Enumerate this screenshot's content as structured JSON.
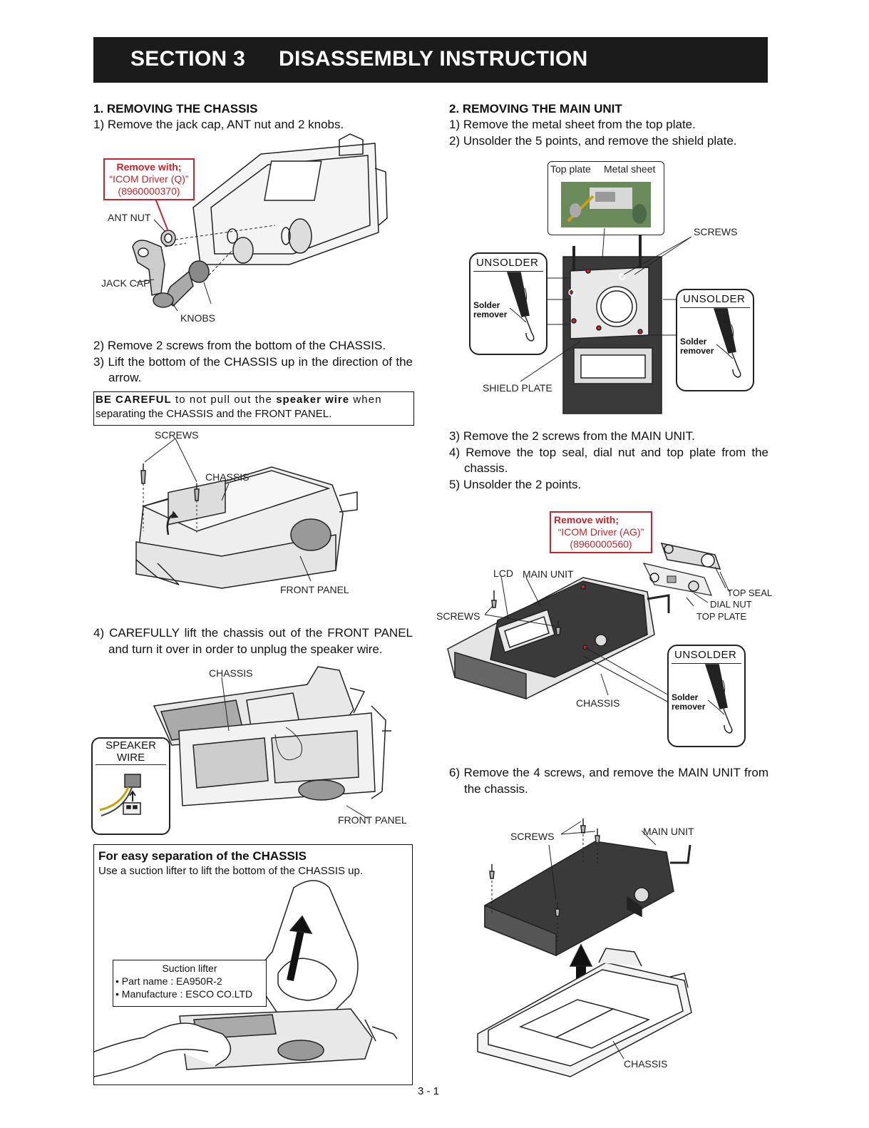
{
  "header": {
    "section": "SECTION 3",
    "title": "DISASSEMBLY INSTRUCTION"
  },
  "left": {
    "heading1": "1. REMOVING THE CHASSIS",
    "step1": "1) Remove the jack cap, ANT nut and 2 knobs.",
    "fig1": {
      "remove_title": "Remove with;",
      "remove_tool": "“ICOM Driver (Q)”",
      "remove_code": "(8960000370)",
      "ant_nut": "ANT NUT",
      "jack_cap": "JACK CAP",
      "knobs": "KNOBS"
    },
    "step2": "2) Remove 2 screws from the bottom of the CHASSIS.",
    "step3": "3) Lift the bottom of the CHASSIS up in the direction of the arrow.",
    "careful": {
      "bold1": "BE CAREFUL",
      "text1": " to not pull out the ",
      "bold2": "speaker wire",
      "text2": " when",
      "line2": "separating the CHASSIS and the FRONT PANEL."
    },
    "fig2": {
      "screws": "SCREWS",
      "chassis": "CHASSIS",
      "front_panel": "FRONT PANEL"
    },
    "step4": "4) CAREFULLY lift the chassis out of the FRONT PANEL and turn it over in order to unplug the speaker wire.",
    "fig3": {
      "chassis": "CHASSIS",
      "speaker_l1": "SPEAKER",
      "speaker_l2": "WIRE",
      "front_panel": "FRONT PANEL"
    },
    "easy": {
      "title": "For easy separation of the CHASSIS",
      "subtitle": "Use a suction lifter to lift the bottom of the CHASSIS up.",
      "lifter_title": "Suction lifter",
      "part_label": "• Part name     : EA950R-2",
      "maker_label": "• Manufacture : ESCO CO.LTD"
    }
  },
  "right": {
    "heading2": "2. REMOVING THE MAIN UNIT",
    "step1": "1) Remove the metal sheet from the top plate.",
    "step2": "2) Unsolder the 5 points, and remove the shield plate.",
    "fig4": {
      "top_plate": "Top plate",
      "metal_sheet": "Metal sheet",
      "screws": "SCREWS",
      "unsolder": "UNSOLDER",
      "solder_l1": "Solder",
      "solder_l2": "remover",
      "shield_plate": "SHIELD PLATE"
    },
    "step3": "3) Remove the 2 screws from the MAIN UNIT.",
    "step4": "4) Remove the top seal, dial nut and top plate from the chassis.",
    "step5": "5) Unsolder the 2 points.",
    "fig5": {
      "remove_title": "Remove with;",
      "remove_tool": "“ICOM Driver (AG)”",
      "remove_code": "(8960000560)",
      "lcd": "LCD",
      "main_unit": "MAIN UNIT",
      "screws": "SCREWS",
      "top_seal": "TOP SEAL",
      "dial_nut": "DIAL NUT",
      "top_plate": "TOP PLATE",
      "unsolder": "UNSOLDER",
      "solder_l1": "Solder",
      "solder_l2": "remover",
      "chassis": "CHASSIS"
    },
    "step6": "6) Remove the 4 screws, and remove the MAIN UNIT from the chassis.",
    "fig6": {
      "screws": "SCREWS",
      "main_unit": "MAIN UNIT",
      "chassis": "CHASSIS"
    }
  },
  "footer": {
    "page": "3 - 1"
  }
}
